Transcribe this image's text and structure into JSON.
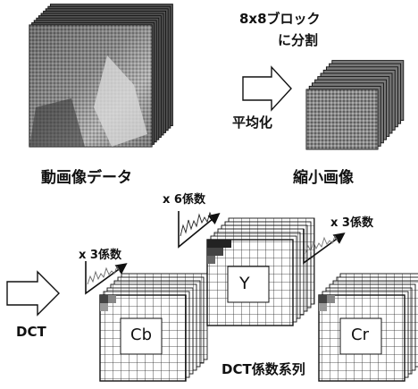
{
  "labels": {
    "block_split_line1": "8x8ブロック",
    "block_split_line2": "に分割",
    "average": "平均化",
    "video_data": "動画像データ",
    "reduced_image": "縮小画像",
    "coef_y": "x 6係数",
    "coef_cb": "x 3係数",
    "coef_cr": "x 3係数",
    "dct": "DCT",
    "dct_series": "DCT係数系列",
    "plane_y": "Y",
    "plane_cb": "Cb",
    "plane_cr": "Cr"
  },
  "colors": {
    "ink": "#111111",
    "frame_dark": "#3a3a3a",
    "frame_mid": "#8a8a8a",
    "frame_light": "#c8c8c8"
  }
}
